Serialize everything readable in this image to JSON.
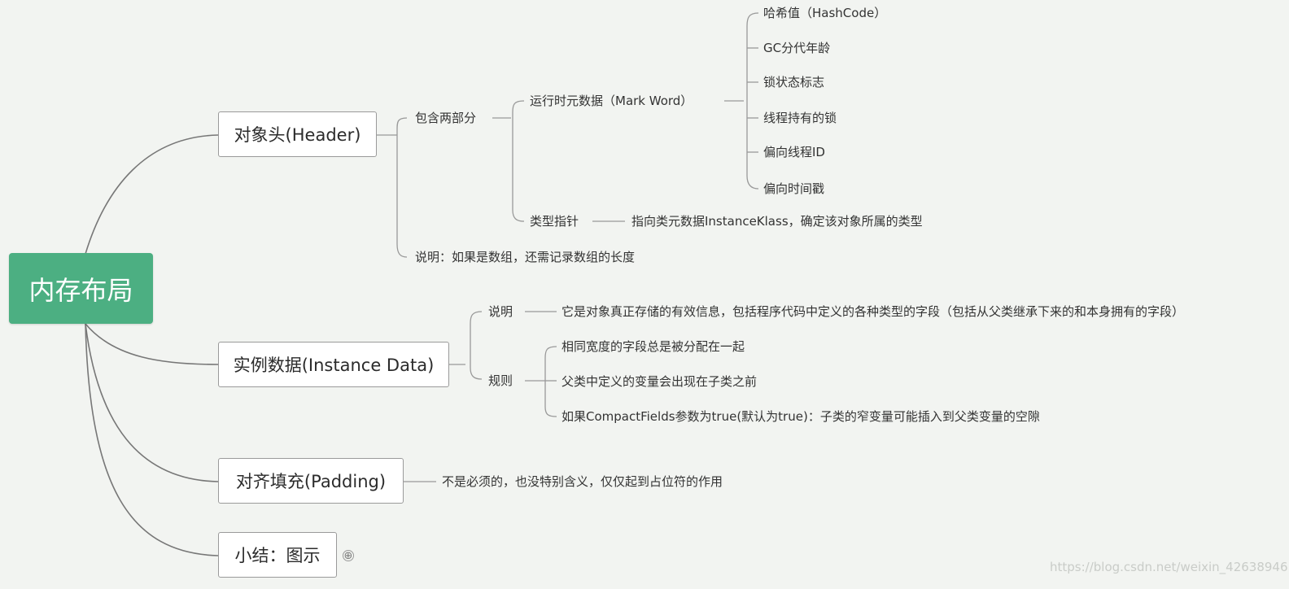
{
  "root": {
    "label": "内存布局"
  },
  "header": {
    "label": "对象头(Header)",
    "contains": "包含两部分",
    "mark_word": {
      "label": "运行时元数据（Mark Word）",
      "items": [
        "哈希值（HashCode）",
        "GC分代年龄",
        "锁状态标志",
        "线程持有的锁",
        "偏向线程ID",
        "偏向时间戳"
      ]
    },
    "type_pointer": {
      "label": "类型指针",
      "desc": "指向类元数据InstanceKlass，确定该对象所属的类型"
    },
    "note": "说明：如果是数组，还需记录数组的长度"
  },
  "instance": {
    "label": "实例数据(Instance Data)",
    "desc_label": "说明",
    "desc": "它是对象真正存储的有效信息，包括程序代码中定义的各种类型的字段（包括从父类继承下来的和本身拥有的字段）",
    "rules_label": "规则",
    "rules": [
      "相同宽度的字段总是被分配在一起",
      "父类中定义的变量会出现在子类之前",
      "如果CompactFields参数为true(默认为true)：子类的窄变量可能插入到父类变量的空隙"
    ]
  },
  "padding": {
    "label": "对齐填充(Padding)",
    "desc": "不是必须的，也没特别含义，仅仅起到占位符的作用"
  },
  "summary": {
    "label": "小结：图示",
    "expand": "⊕"
  },
  "watermark": "https://blog.csdn.net/weixin_42638946"
}
